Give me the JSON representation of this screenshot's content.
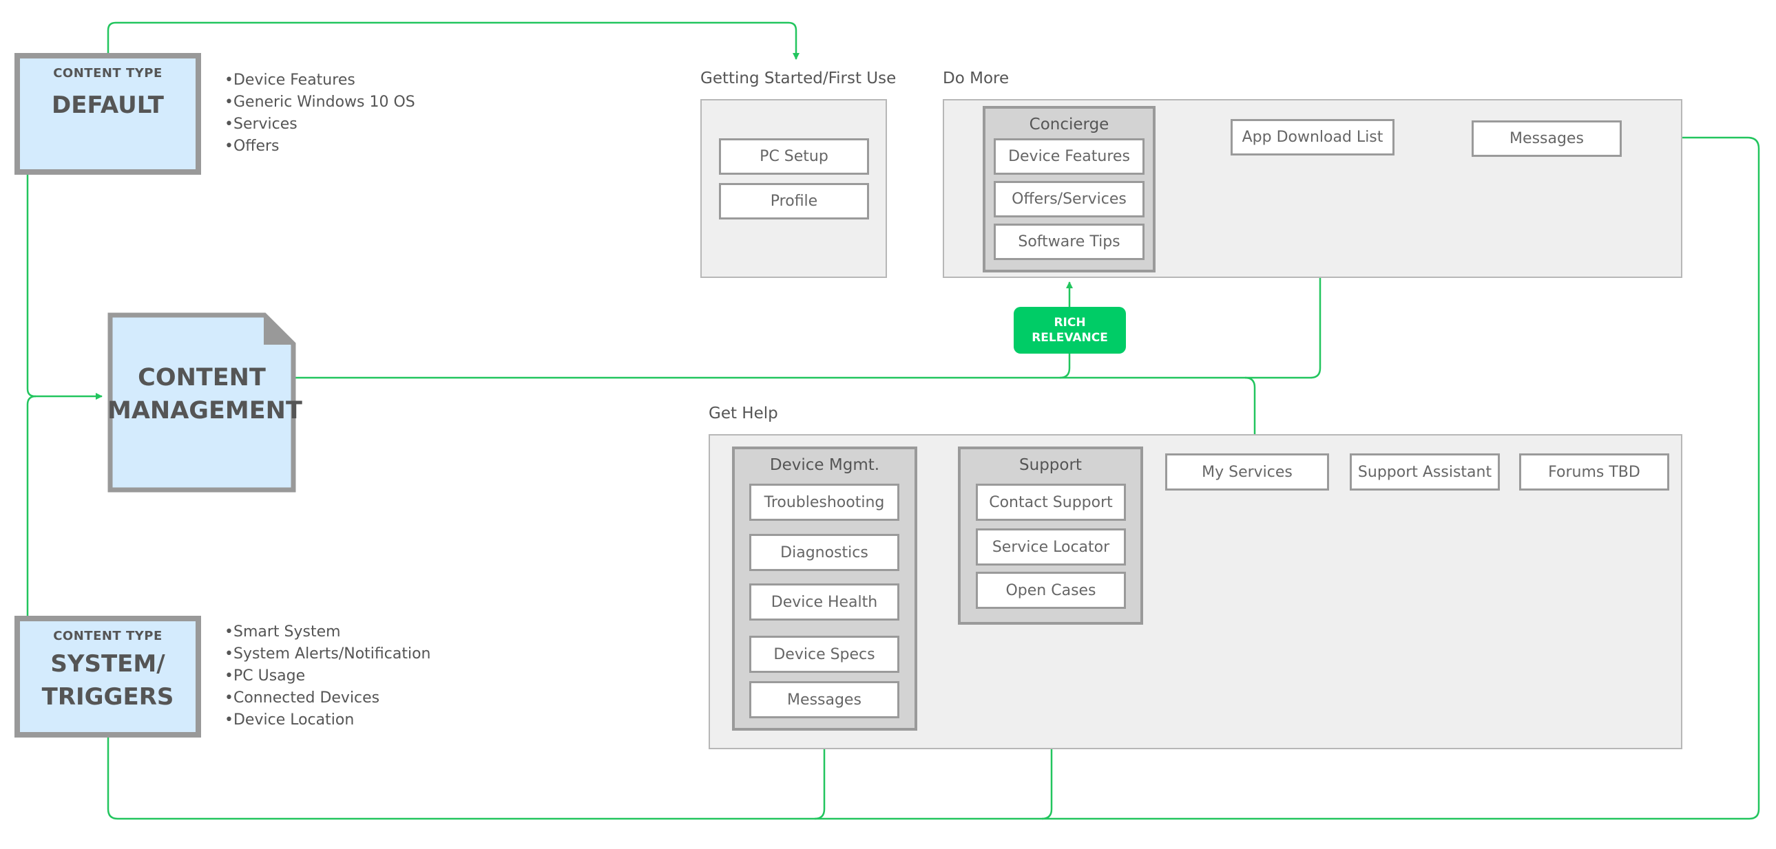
{
  "content_types": {
    "default": {
      "label": "CONTENT TYPE",
      "title": "DEFAULT",
      "bullets": [
        "Device Features",
        "Generic Windows 10 OS",
        "Services",
        "Offers"
      ]
    },
    "system": {
      "label": "CONTENT TYPE",
      "title_line1": "SYSTEM/",
      "title_line2": "TRIGGERS",
      "bullets": [
        "Smart System",
        "System Alerts/Notification",
        "PC Usage",
        "Connected Devices",
        "Device Location"
      ]
    }
  },
  "content_management": {
    "line1": "CONTENT",
    "line2": "MANAGEMENT"
  },
  "getting_started": {
    "title": "Getting Started/First Use",
    "items": [
      "PC Setup",
      "Profile"
    ]
  },
  "do_more": {
    "title": "Do More",
    "concierge": {
      "title": "Concierge",
      "items": [
        "Device Features",
        "Offers/Services",
        "Software Tips"
      ]
    },
    "app_download": "App Download List",
    "messages": "Messages"
  },
  "rich_relevance": {
    "line1": "RICH",
    "line2": "RELEVANCE"
  },
  "get_help": {
    "title": "Get Help",
    "device_mgmt": {
      "title": "Device Mgmt.",
      "items": [
        "Troubleshooting",
        "Diagnostics",
        "Device Health",
        "Device Specs",
        "Messages"
      ]
    },
    "support": {
      "title": "Support",
      "items": [
        "Contact Support",
        "Service Locator",
        "Open Cases"
      ]
    },
    "my_services": "My Services",
    "support_assistant": "Support Assistant",
    "forums": "Forums TBD"
  },
  "colors": {
    "connector": "#22c55e",
    "accent_green": "#00cc66",
    "box_blue": "#d4ebfd",
    "panel_bg": "#efefef",
    "group_bg": "#d3d3d3",
    "border_gray": "#9a9a9a"
  }
}
